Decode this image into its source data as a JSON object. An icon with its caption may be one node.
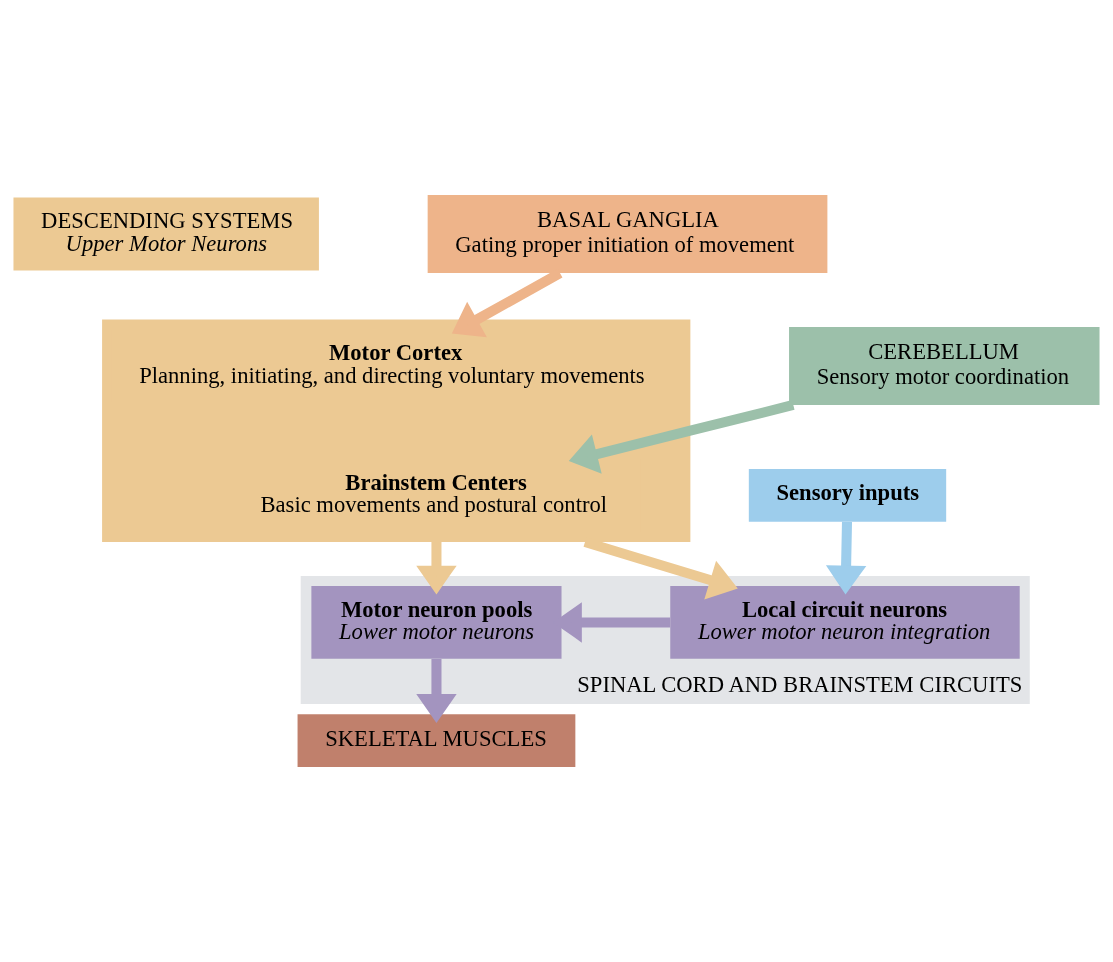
{
  "diagram": {
    "nodes": [
      {
        "text": [
          "DESCENDING SYSTEMS",
          "Upper Motor Neurons"
        ]
      },
      {
        "text": [],
        "shape": "box"
      },
      {
        "text": [
          "Motor Cortex",
          "Planning, initiating, and directing voluntary movements"
        ],
        "in": 1
      },
      {
        "text": [
          "Brainstem Centers",
          "Basic movements and postural control"
        ],
        "in": 1
      },
      {
        "text": [
          "BASAL GANGLIA",
          "Gating proper initiation of movement"
        ]
      },
      {
        "text": [
          "CEREBELLUM",
          "Sensory motor coordination"
        ]
      },
      {
        "text": [
          "SPINAL CORD AND BRAINSTEM CIRCUITS"
        ]
      },
      {
        "text": [
          "Local circuit neurons",
          "Lower motor neuron integration"
        ],
        "in": 6
      },
      {
        "text": [
          "Motor neuron pools",
          "Lower motor neurons"
        ],
        "in": 6
      },
      {
        "text": [
          "Sensory inputs"
        ]
      },
      {
        "text": [
          "SKELETAL MUSCLES"
        ]
      }
    ],
    "edges": [
      {
        "from": 4,
        "to": 2,
        "arrow": "to",
        "color": "#eeb48a"
      },
      {
        "from": 5,
        "to": 3,
        "arrow": "to",
        "color": "#9cc0aa"
      },
      {
        "from": 1,
        "to": 7,
        "arrow": "to",
        "color": "#ecc993"
      },
      {
        "from": 1,
        "to": 8,
        "arrow": "to",
        "color": "#ecc993"
      },
      {
        "from": 7,
        "to": 8,
        "arrow": "to",
        "color": "#a394bf"
      },
      {
        "from": 9,
        "to": 7,
        "arrow": "to",
        "color": "#9dcdec"
      },
      {
        "from": 8,
        "to": 10,
        "arrow": "to",
        "color": "#a394bf"
      }
    ]
  }
}
